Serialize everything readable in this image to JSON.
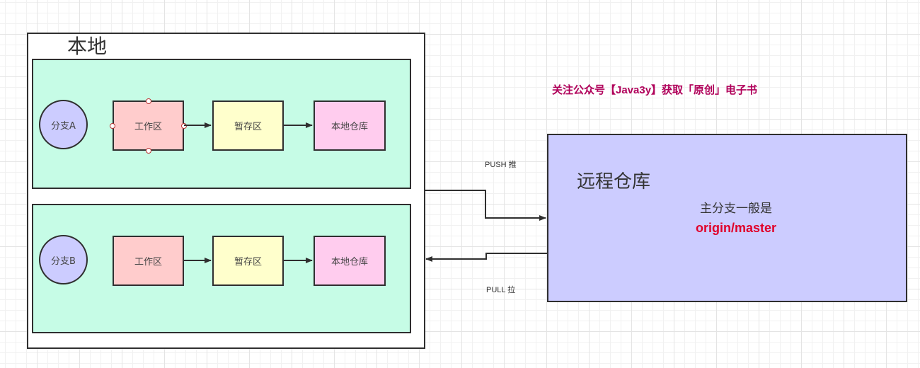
{
  "promo": {
    "text": "关注公众号【Java3y】获取「原创」电子书",
    "color": "#b0005a"
  },
  "local": {
    "title": "本地",
    "branches": [
      {
        "name": "分支A",
        "stages": [
          "工作区",
          "暂存区",
          "本地仓库"
        ],
        "selected_stage": "工作区"
      },
      {
        "name": "分支B",
        "stages": [
          "工作区",
          "暂存区",
          "本地仓库"
        ]
      }
    ]
  },
  "remote": {
    "title": "远程仓库",
    "subtitle": "主分支一般是",
    "main_branch": "origin/master",
    "main_branch_color": "#e0002a"
  },
  "connections": {
    "push_label": "PUSH 推",
    "pull_label": "PULL 拉"
  },
  "colors": {
    "branch_panel": "#c6fce6",
    "branch_node": "#ccccff",
    "workspace": "#ffcccc",
    "staging": "#ffffcc",
    "local_repo": "#ffccee",
    "remote_repo": "#ccccff"
  }
}
